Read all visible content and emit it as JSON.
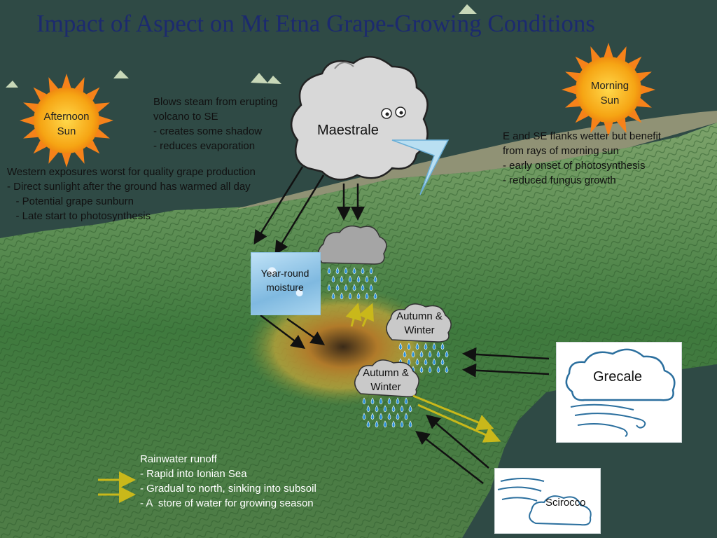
{
  "title": "Impact of Aspect on Mt Etna Grape-Growing Conditions",
  "suns": {
    "afternoon": {
      "line1": "Afternoon",
      "line2": "Sun"
    },
    "morning": {
      "line1": "Morning",
      "line2": "Sun"
    }
  },
  "maestrale": {
    "label": "Maestrale",
    "notes": [
      "Blows steam from erupting",
      "volcano to SE",
      "- creates some shadow",
      "- reduces evaporation"
    ]
  },
  "west_notes": [
    "Western exposures worst for quality grape production",
    "- Direct sunlight after the ground has warmed all day",
    "   - Potential grape sunburn",
    "   - Late start to photosynthesis"
  ],
  "east_notes": [
    "E and SE flanks wetter but benefit",
    "from rays of morning sun",
    "- early onset of photosynthesis",
    "- reduced fungus growth"
  ],
  "moisture": {
    "line1": "Year-round",
    "line2": "moisture"
  },
  "clouds": {
    "upper": {
      "line1": "Autumn &",
      "line2": "Winter"
    },
    "lower": {
      "line1": "Autumn &",
      "line2": "Winter"
    }
  },
  "grecale": {
    "label": "Grecale"
  },
  "scirocco": {
    "label": "Scirocco"
  },
  "runoff": {
    "heading": "Rainwater runoff",
    "items": [
      "- Rapid into Ionian Sea",
      "- Gradual to north, sinking into subsoil",
      "- A  store of water for growing season"
    ]
  },
  "colors": {
    "title": "#1c2a6e",
    "sea": "#2f4a45",
    "sun": "#f6a514",
    "runoff_arrow": "#c9b81a",
    "rain": "#2a8fd6"
  }
}
